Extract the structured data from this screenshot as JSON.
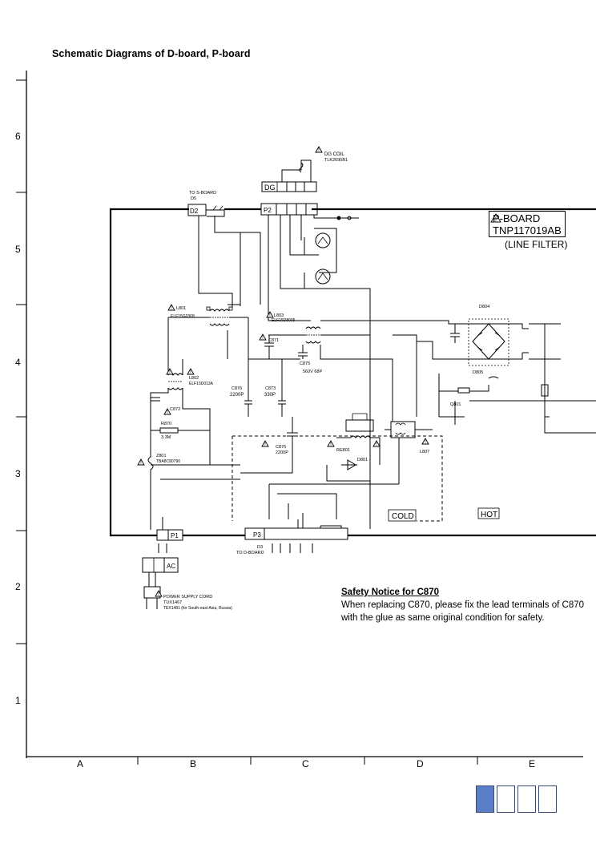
{
  "page": {
    "title": "Schematic Diagrams of D-board, P-board"
  },
  "row_labels": [
    "6",
    "5",
    "4",
    "3",
    "2",
    "1"
  ],
  "col_labels": [
    "A",
    "B",
    "C",
    "D",
    "E"
  ],
  "board": {
    "name": "P-BOARD",
    "part": "TNP117019AB",
    "subtitle": "(LINE FILTER)"
  },
  "connectors": {
    "dg": "DG",
    "p2": "P2",
    "d2": "D2",
    "p1": "P1",
    "p3": "P3",
    "ac": "AC",
    "to_sboard": "TO S-BOARD",
    "to_sboard_ref": "D5",
    "to_dboard": "TO D-BOARD",
    "to_dboard_ref": "D3"
  },
  "components": {
    "dg_coil": "DG COIL",
    "dg_coil_part": "TLK2690B1",
    "l801": "L801",
    "l801_part": "ELF15G0368",
    "l802": "L802",
    "l802_part": "ELF15D013A",
    "l803": "L803",
    "l803_part": "ELF15D8005",
    "c871": "C871",
    "c872": "C872",
    "c873": "C873",
    "c875": "C875",
    "c875_val": "560V 68P",
    "c876": "C876",
    "c876_val": "2200P",
    "val_2200p": "2200P",
    "val_330p": "330P",
    "r870": "R870",
    "r870_val": "3.3M",
    "z801": "Z801",
    "z801_part": "TBA8C80790",
    "d801": "D801",
    "d804": "D804",
    "d805": "D805",
    "q801": "Q801",
    "re801": "RE801",
    "l807": "L807"
  },
  "regions": {
    "cold": "COLD",
    "hot": "HOT"
  },
  "power_cord": {
    "label": "POWER SUPPLY CORD",
    "part1": "TUX1467",
    "part2": "TEX1481 (for South-east Asia, Russia)"
  },
  "notice": {
    "title": "Safety Notice for C870",
    "line1": "When replacing C870, please fix the lead terminals of C870",
    "line2": "with the glue as same original condition for safety."
  },
  "pager": {
    "pages": 4,
    "active": 0
  }
}
